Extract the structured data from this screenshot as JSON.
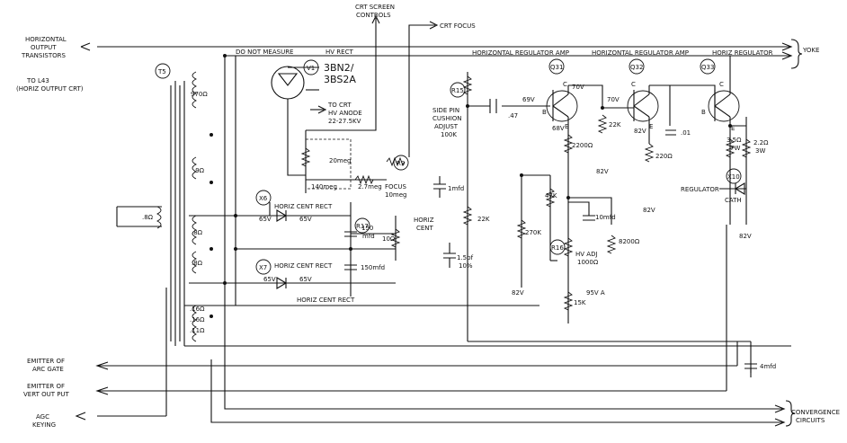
{
  "labels": {
    "horiz_output_transistors": [
      "HORIZONTAL",
      "OUTPUT",
      "TRANSISTORS"
    ],
    "to_l43": [
      "TO L43",
      "(HORIZ OUTPUT CRT)"
    ],
    "crt_screen_controls": [
      "CRT SCREEN",
      "CONTROLS"
    ],
    "crt_focus": "CRT FOCUS",
    "yoke": "YOKE",
    "do_not_measure": "DO NOT MEASURE",
    "hv_rect": "HV RECT",
    "tube_type": [
      "3BN2/",
      "3BS2A"
    ],
    "to_crt_anode": [
      "TO CRT",
      "HV ANODE",
      "22-27.5KV"
    ],
    "horiz_reg_amp_1": "HORIZONTAL REGULATOR AMP",
    "horiz_reg_amp_2": "HORIZONTAL REGULATOR AMP",
    "horiz_regulator": "HORIZ REGULATOR",
    "side_pin": [
      "SIDE PIN",
      "CUSHION",
      "ADJUST",
      "100K"
    ],
    "focus_ctrl": [
      "FOCUS",
      "10meg"
    ],
    "horiz_cent_rect_1": "HORIZ CENT RECT",
    "horiz_cent_rect_2": "HORIZ CENT RECT",
    "horiz_cent": [
      "HORIZ",
      "CENT"
    ],
    "hv_adj": [
      "HV ADJ",
      "1000Ω"
    ],
    "regulator": "REGULATOR",
    "cath": "CATH",
    "emitter_arc": [
      "EMITTER OF",
      "ARC GATE"
    ],
    "emitter_vert": [
      "EMITTER OF",
      "VERT OUT PUT"
    ],
    "agc_keying": [
      "AGC",
      "KEYING"
    ],
    "convergence": [
      "CONVERGENCE",
      "CIRCUITS"
    ]
  },
  "refs": {
    "t5": "T5",
    "v1": "V1",
    "r9": "R9",
    "r15": "R15",
    "r17": "R17",
    "r16": "R16",
    "x6": "X6",
    "x7": "X7",
    "x10": "X10",
    "q31": "Q31",
    "q32": "Q32",
    "q33": "Q33"
  },
  "transformer": {
    "r1": "970Ω",
    "r2": ".9Ω",
    "r3": ".8Ω",
    "r4": ".8Ω",
    "r5": ".16Ω",
    "r6": ".16Ω",
    "r7": ".11Ω",
    "side": ".8Ω"
  },
  "values": {
    "r_20meg": "20meg",
    "r_140meg": "140meg",
    "r_27meg": "2.7meg",
    "c_47": ".47",
    "v_69": "69V",
    "v_70a": "70V",
    "v_70b": "70V",
    "v_68": "68V",
    "r_2200": "2200Ω",
    "r_22k_a": "22K",
    "v_82a": "82V",
    "v_82b": "82V",
    "v_82c": "82V",
    "v_82d": "82V",
    "v_82e": "82V",
    "r_220": "220Ω",
    "c_01": ".01",
    "r_35": [
      "3.5Ω",
      "7W"
    ],
    "r_22": [
      "2.2Ω",
      "3W"
    ],
    "c_1mfd": "1mfd",
    "r_47k": "47K",
    "c_10mfd": "10mfd",
    "r_270k": "270K",
    "r_8200": "8200Ω",
    "v_95": "95V A",
    "r_15k": "15K",
    "r_22k_b": "22K",
    "c_15pf": [
      "1.5pf",
      "10%"
    ],
    "v_65a": "65V",
    "v_65b": "65V",
    "v_65c": "65V",
    "v_65d": "65V",
    "c_150a": [
      "150",
      "mfd"
    ],
    "c_150b": "150mfd",
    "r17_val": "10Ω",
    "c_4mfd": "4mfd",
    "b": "B",
    "c": "C",
    "e": "E"
  }
}
